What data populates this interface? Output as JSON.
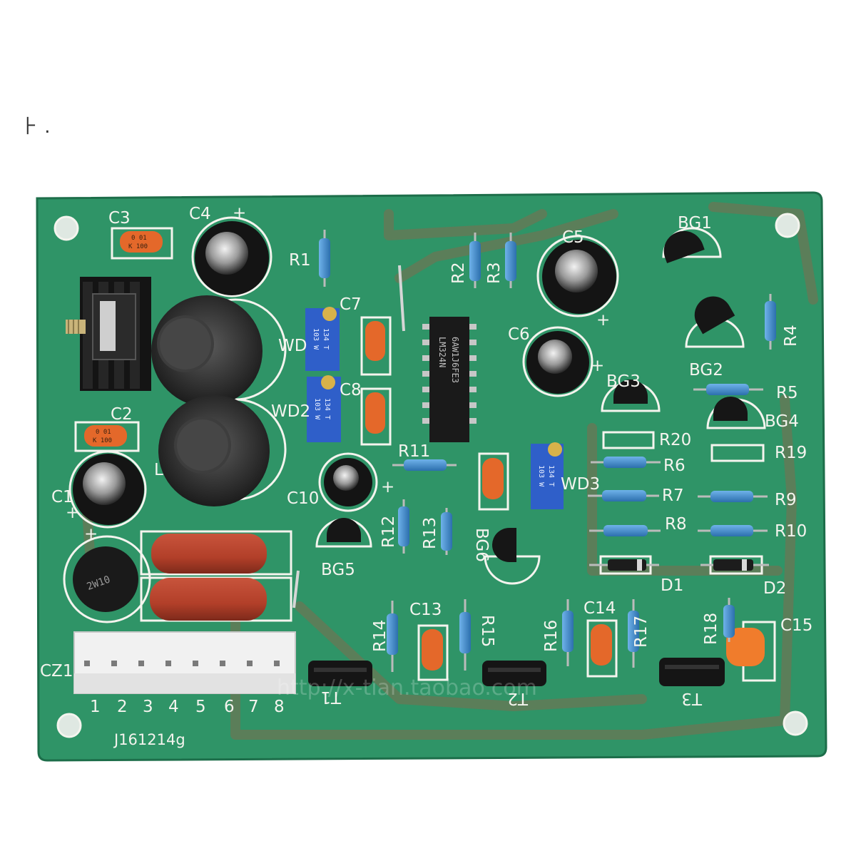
{
  "photo": {
    "corner_mark": "⺊ .",
    "watermark": "http://x-tian.taobao.com",
    "colors": {
      "board": "#2f9467",
      "copper": "#7f6c4e",
      "silkscreen": "#f4f4ee",
      "resistor": "#3d86c7",
      "ceramic_cap": "#e4682a",
      "film_cap": "#b5412d",
      "connector": "#f1f1f1"
    }
  },
  "board": {
    "code": "J161214g",
    "labels": {
      "c1": "C1",
      "c2": "C2",
      "c3": "C3",
      "c4": "C4",
      "c5": "C5",
      "c6": "C6",
      "c7": "C7",
      "c8": "C8",
      "c10": "C10",
      "c13": "C13",
      "c14": "C14",
      "c15": "C15",
      "r1": "R1",
      "r2": "R2",
      "r3": "R3",
      "r4": "R4",
      "r5": "R5",
      "r6": "R6",
      "r7": "R7",
      "r8": "R8",
      "r9": "R9",
      "r10": "R10",
      "r11": "R11",
      "r12": "R12",
      "r13": "R13",
      "r14": "R14",
      "r15": "R15",
      "r16": "R16",
      "r17": "R17",
      "r18": "R18",
      "r19": "R19",
      "r20": "R20",
      "bg1": "BG1",
      "bg2": "BG2",
      "bg3": "BG3",
      "bg4": "BG4",
      "bg5": "BG5",
      "bg6": "BG6",
      "wd1": "WD",
      "wd2": "WD2",
      "wd3": "WD3",
      "d1": "D1",
      "d2": "D2",
      "cz1": "CZ1",
      "t1": "T1",
      "t2": "T2",
      "t3": "T3",
      "l": "L"
    },
    "connector_pins": [
      "1",
      "2",
      "3",
      "4",
      "5",
      "6",
      "7",
      "8"
    ],
    "ic": {
      "line1": "6AW1J6FE3",
      "line2": "LM324N"
    },
    "cap_marking": {
      "line1": "0 01",
      "line2": "K 100"
    },
    "trimmer_marking": {
      "line1": "134 T",
      "line2": "103 W"
    },
    "polarity": "+"
  }
}
